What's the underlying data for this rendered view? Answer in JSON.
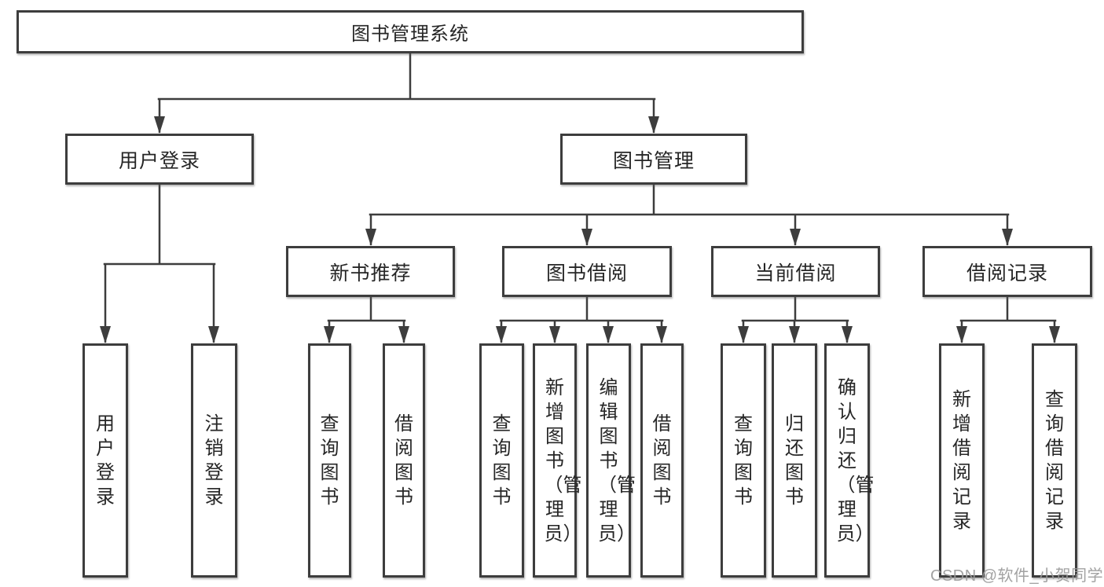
{
  "diagram": {
    "root": {
      "label": "图书管理系统"
    },
    "branches": [
      {
        "label": "用户登录",
        "children": [
          {
            "label": "用户登录"
          },
          {
            "label": "注销登录"
          }
        ]
      },
      {
        "label": "图书管理",
        "groups": [
          {
            "label": "新书推荐",
            "children": [
              {
                "label": "查询图书"
              },
              {
                "label": "借阅图书"
              }
            ]
          },
          {
            "label": "图书借阅",
            "children": [
              {
                "label": "查询图书"
              },
              {
                "label": "新增图书（管理员）"
              },
              {
                "label": "编辑图书（管理员）"
              },
              {
                "label": "借阅图书"
              }
            ]
          },
          {
            "label": "当前借阅",
            "children": [
              {
                "label": "查询图书"
              },
              {
                "label": "归还图书"
              },
              {
                "label": "确认归还（管理员）"
              }
            ]
          },
          {
            "label": "借阅记录",
            "children": [
              {
                "label": "新增借阅记录"
              },
              {
                "label": "查询借阅记录"
              }
            ]
          }
        ]
      }
    ]
  },
  "watermark": {
    "text": "CSDN @软件_小贺同学"
  },
  "colors": {
    "line": "#3d3d3d",
    "box_border": "#3d3d3d",
    "text": "#262626",
    "watermark": "#9a9a9a",
    "background": "#ffffff"
  }
}
